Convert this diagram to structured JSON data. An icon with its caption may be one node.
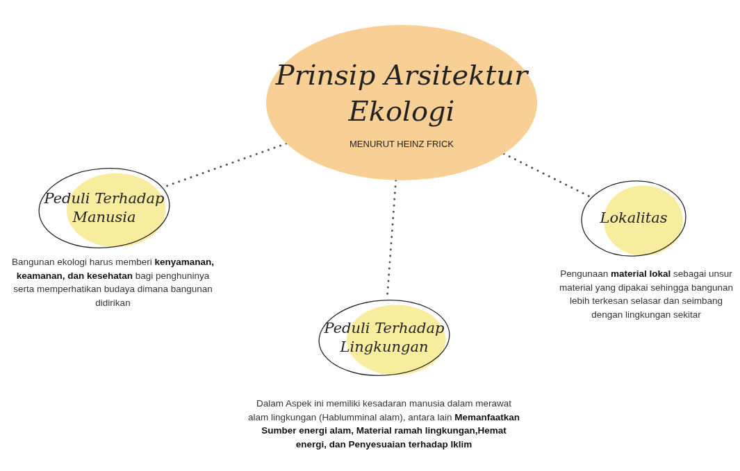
{
  "diagram": {
    "nodes": [
      {
        "text": [
          "Prinsip Arsitektur Ekologi",
          "MENURUT HEINZ FRICK"
        ]
      },
      {
        "text": [
          "Peduli Terhadap Manusia"
        ],
        "beside": [
          "Bangunan ekologi harus memberi **kenyamanan, keamanan, dan kesehatan** bagi penghuninya serta memperhatikan budaya dimana bangunan didirikan"
        ]
      },
      {
        "text": [
          "Peduli Terhadap Lingkungan"
        ],
        "beside": [
          "Dalam Aspek ini memiliki kesadaran manusia dalam merawat alam lingkungan (Hablumminal alam), antara lain **Memanfaatkan Sumber energi alam, Material ramah lingkungan,Hemat energi, dan Penyesuaian terhadap Iklim**"
        ]
      },
      {
        "text": [
          "Lokalitas"
        ],
        "beside": [
          "Pengunaan **material lokal** sebagai unsur material yang dipakai sehingga bangunan lebih terkesan selasar dan seimbang dengan lingkungan sekitar"
        ]
      }
    ],
    "edges": [
      {
        "from": 0,
        "to": 1,
        "arrow": "none",
        "style": "dashed"
      },
      {
        "from": 0,
        "to": 2,
        "arrow": "none",
        "style": "dashed"
      },
      {
        "from": 0,
        "to": 3,
        "arrow": "none",
        "style": "dashed"
      }
    ]
  }
}
